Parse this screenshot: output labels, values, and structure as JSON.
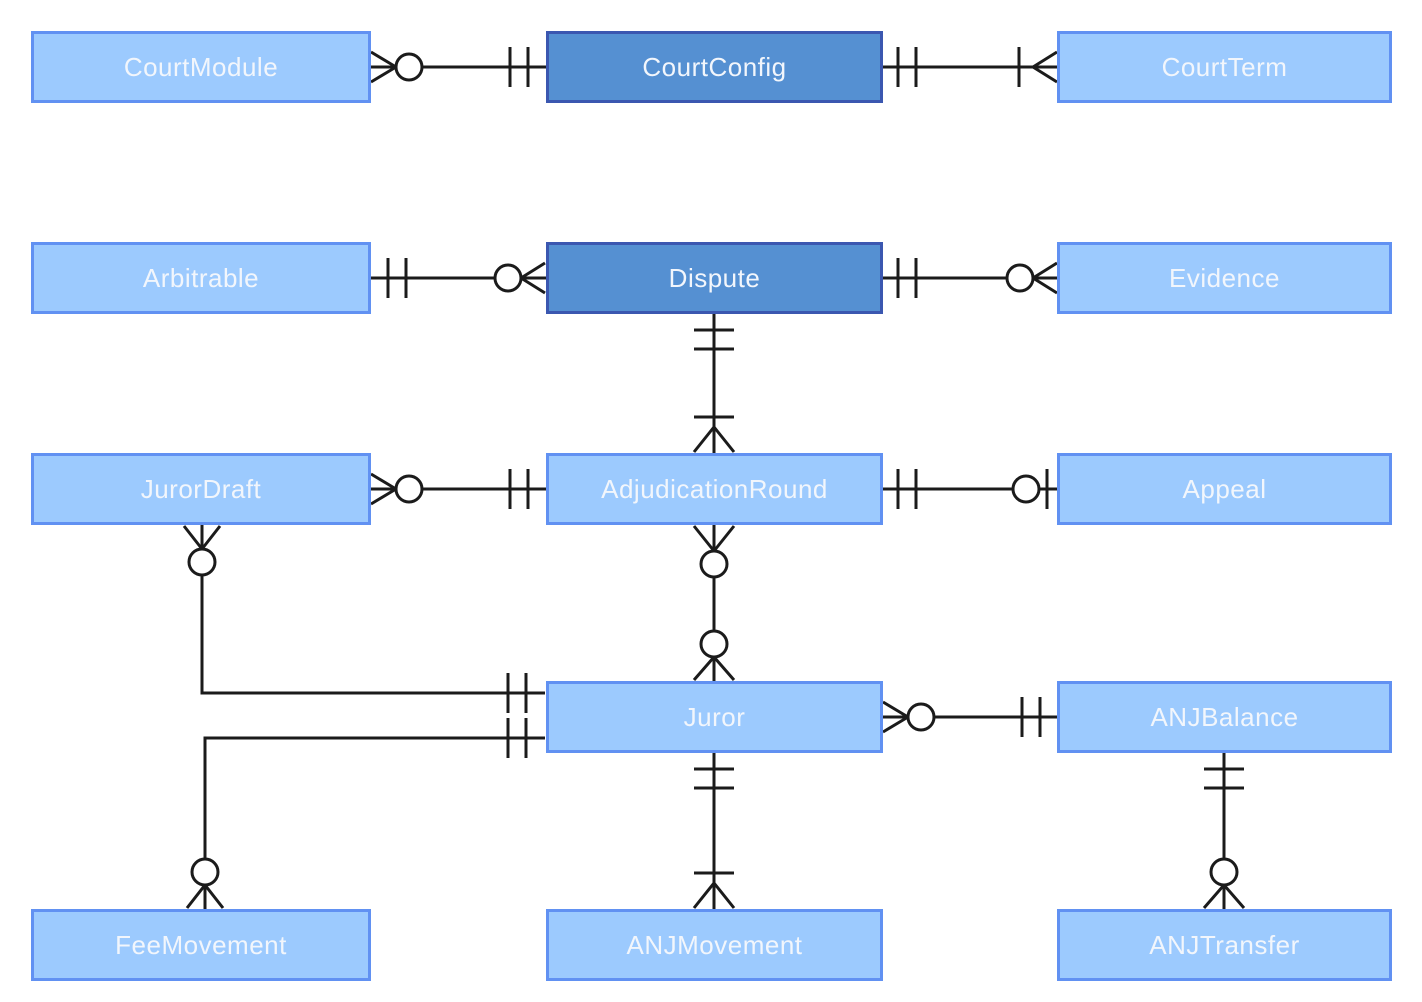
{
  "diagram": {
    "type": "entity-relationship",
    "notation": "crow-foot",
    "entities": [
      {
        "id": "court-module",
        "label": "CourtModule",
        "emphasis": "light"
      },
      {
        "id": "court-config",
        "label": "CourtConfig",
        "emphasis": "dark"
      },
      {
        "id": "court-term",
        "label": "CourtTerm",
        "emphasis": "light"
      },
      {
        "id": "arbitrable",
        "label": "Arbitrable",
        "emphasis": "light"
      },
      {
        "id": "dispute",
        "label": "Dispute",
        "emphasis": "dark"
      },
      {
        "id": "evidence",
        "label": "Evidence",
        "emphasis": "light"
      },
      {
        "id": "juror-draft",
        "label": "JurorDraft",
        "emphasis": "light"
      },
      {
        "id": "adjudication-round",
        "label": "AdjudicationRound",
        "emphasis": "light"
      },
      {
        "id": "appeal",
        "label": "Appeal",
        "emphasis": "light"
      },
      {
        "id": "juror",
        "label": "Juror",
        "emphasis": "light"
      },
      {
        "id": "anj-balance",
        "label": "ANJBalance",
        "emphasis": "light"
      },
      {
        "id": "fee-movement",
        "label": "FeeMovement",
        "emphasis": "light"
      },
      {
        "id": "anj-movement",
        "label": "ANJMovement",
        "emphasis": "light"
      },
      {
        "id": "anj-transfer",
        "label": "ANJTransfer",
        "emphasis": "light"
      }
    ],
    "relationships": [
      {
        "from": "CourtModule",
        "from_cardinality": "zero-or-many",
        "to": "CourtConfig",
        "to_cardinality": "one-and-only-one"
      },
      {
        "from": "CourtConfig",
        "from_cardinality": "one-and-only-one",
        "to": "CourtTerm",
        "to_cardinality": "one-or-many"
      },
      {
        "from": "Arbitrable",
        "from_cardinality": "one-and-only-one",
        "to": "Dispute",
        "to_cardinality": "zero-or-many"
      },
      {
        "from": "Dispute",
        "from_cardinality": "one-and-only-one",
        "to": "Evidence",
        "to_cardinality": "zero-or-many"
      },
      {
        "from": "Dispute",
        "from_cardinality": "one-and-only-one",
        "to": "AdjudicationRound",
        "to_cardinality": "one-or-many"
      },
      {
        "from": "JurorDraft",
        "from_cardinality": "zero-or-many",
        "to": "AdjudicationRound",
        "to_cardinality": "one-and-only-one"
      },
      {
        "from": "AdjudicationRound",
        "from_cardinality": "one-and-only-one",
        "to": "Appeal",
        "to_cardinality": "zero-or-one"
      },
      {
        "from": "AdjudicationRound",
        "from_cardinality": "zero-or-many",
        "to": "Juror",
        "to_cardinality": "zero-or-many"
      },
      {
        "from": "JurorDraft",
        "from_cardinality": "zero-or-many",
        "to": "Juror",
        "to_cardinality": "one-and-only-one"
      },
      {
        "from": "Juror",
        "from_cardinality": "one-and-only-one",
        "to": "FeeMovement",
        "to_cardinality": "zero-or-many"
      },
      {
        "from": "Juror",
        "from_cardinality": "zero-or-many",
        "to": "ANJBalance",
        "to_cardinality": "one-and-only-one"
      },
      {
        "from": "Juror",
        "from_cardinality": "one-and-only-one",
        "to": "ANJMovement",
        "to_cardinality": "one-or-many"
      },
      {
        "from": "ANJBalance",
        "from_cardinality": "one-and-only-one",
        "to": "ANJTransfer",
        "to_cardinality": "zero-or-many"
      }
    ]
  },
  "colors": {
    "entity-light-fill": "#9CCAFE",
    "entity-light-border": "#6191F2",
    "entity-dark-fill": "#5590D2",
    "entity-dark-border": "#3B57B0",
    "line": "#1B1B1B",
    "entity-text": "#F2F6FC",
    "canvas-bg": "#FFFFFF"
  }
}
